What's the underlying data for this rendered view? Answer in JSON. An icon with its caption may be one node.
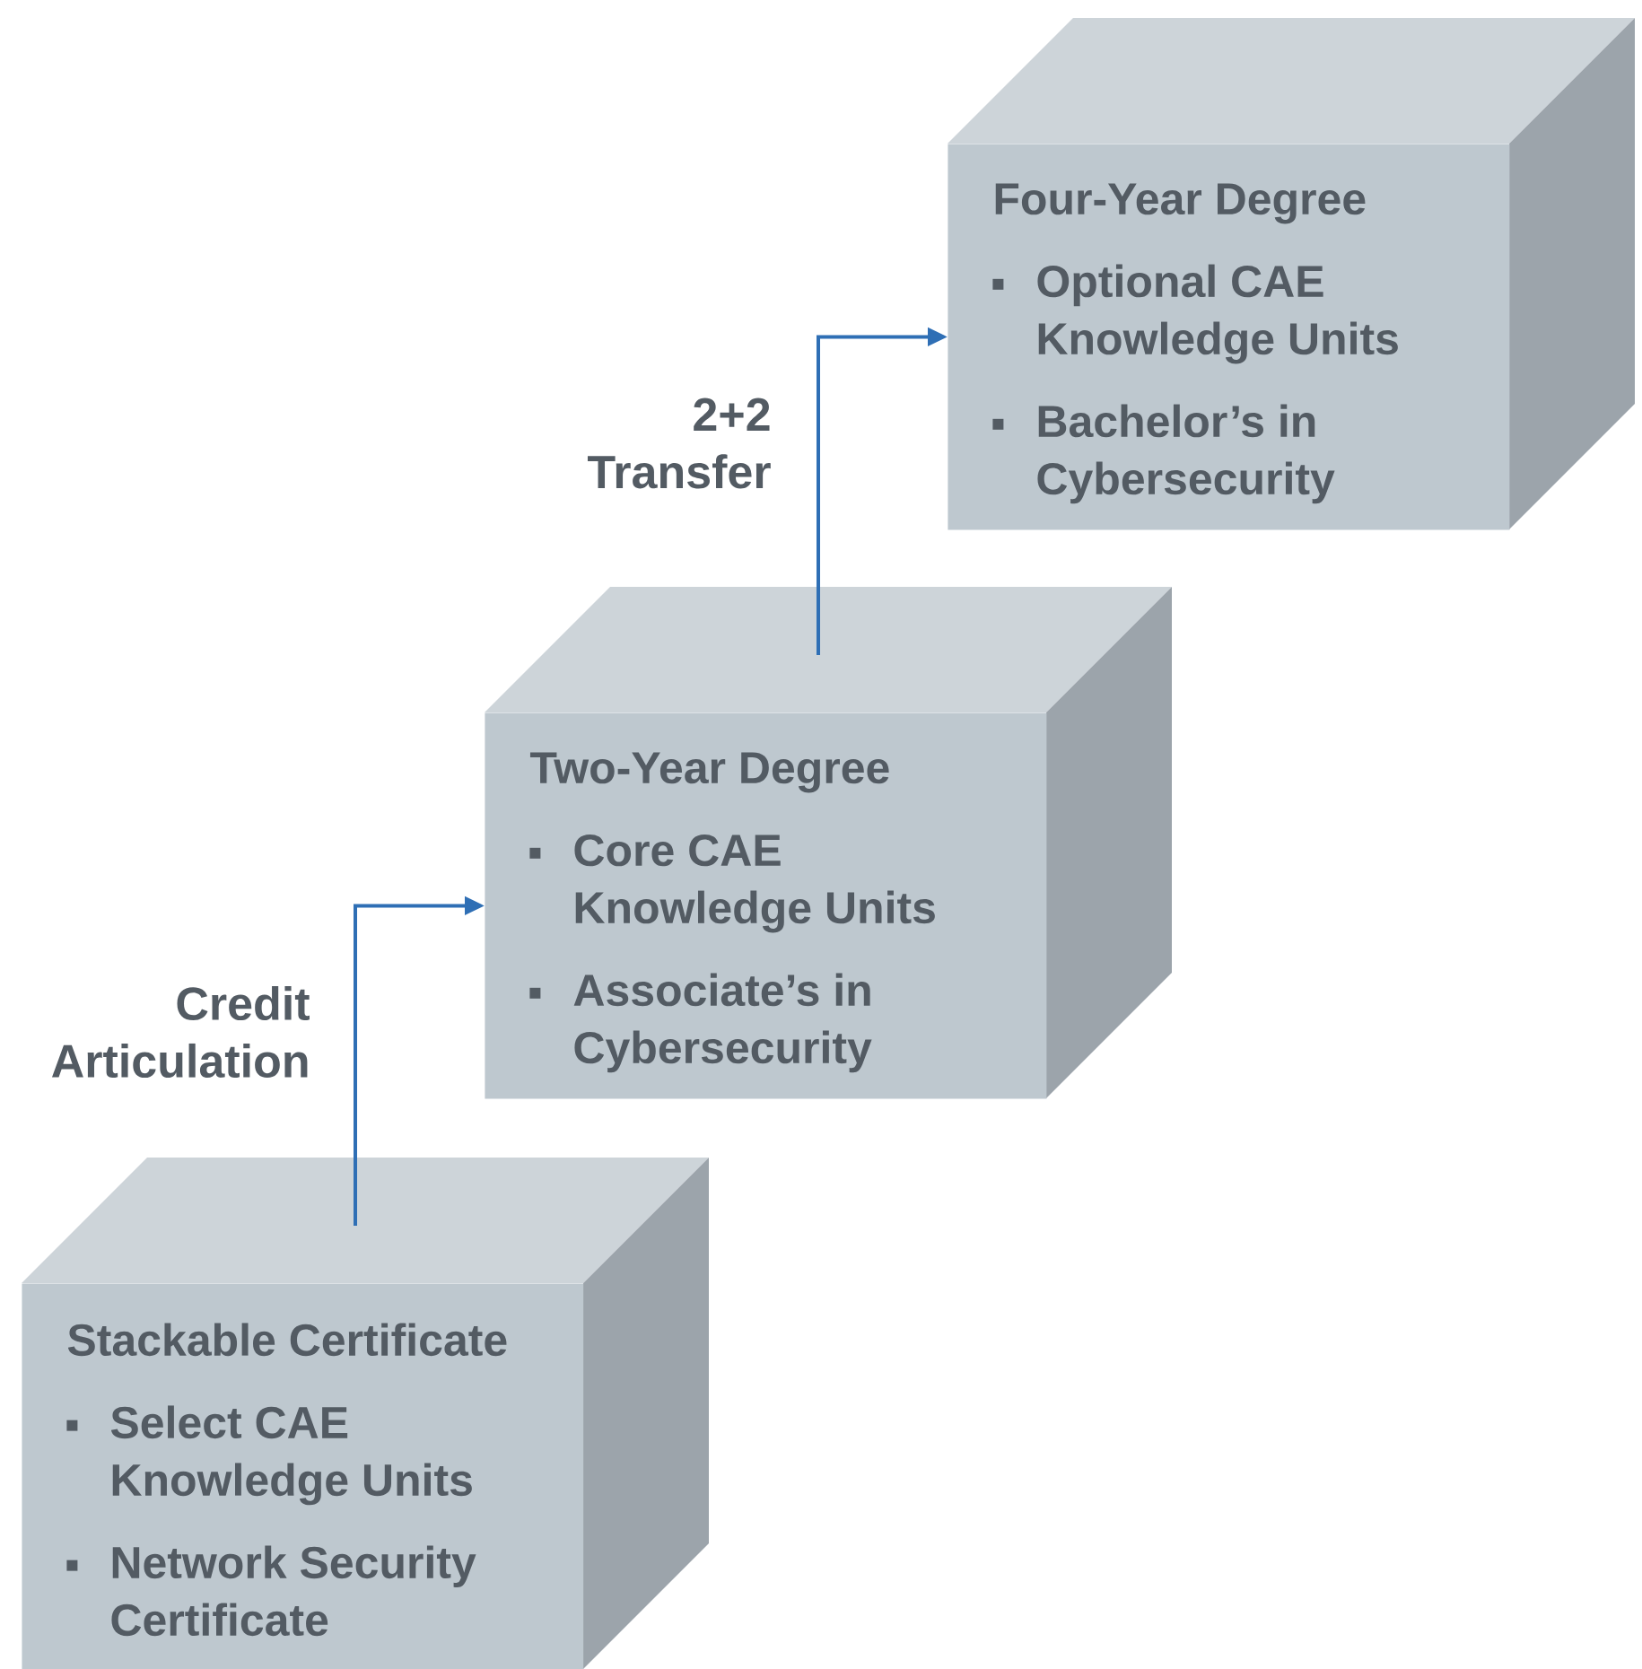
{
  "diagram": {
    "nodes": [
      {
        "text": [
          "Stackable Certificate",
          "Select CAE Knowledge Units",
          "Network Security Certificate"
        ]
      },
      {
        "text": [
          "Two-Year Degree",
          "Core CAE Knowledge Units",
          "Associate’s in Cybersecurity"
        ]
      },
      {
        "text": [
          "Four-Year Degree",
          "Optional CAE Knowledge Units",
          "Bachelor’s in Cybersecurity"
        ]
      }
    ],
    "edges": [
      {
        "from": 0,
        "to": 1,
        "arrow": "to",
        "label": "Credit Articulation"
      },
      {
        "from": 1,
        "to": 2,
        "arrow": "to",
        "label": "2+2 Transfer"
      }
    ]
  }
}
